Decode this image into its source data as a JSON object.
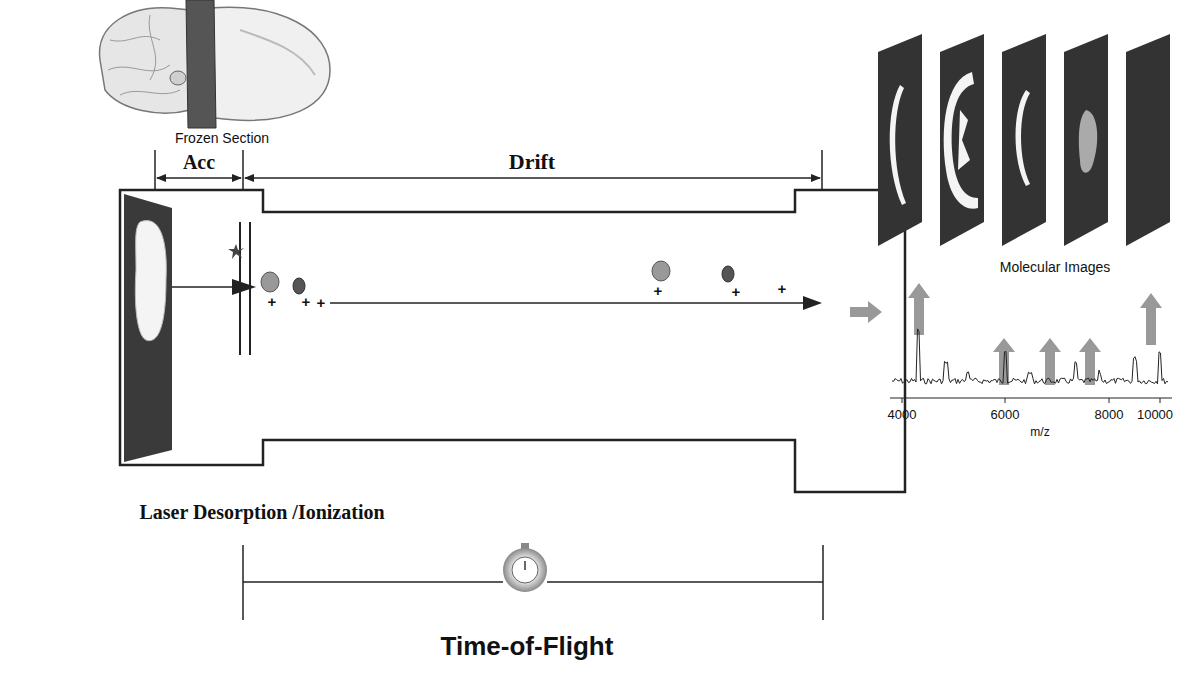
{
  "diagram": {
    "labels": [
      "Frozen Section",
      "Acc",
      "Drift",
      "Molecular Images",
      "+",
      "+",
      "+",
      "+",
      "+",
      "+",
      "4000",
      "6000",
      "8000",
      "10000",
      "m/z",
      "Laser Desorption /Ionization",
      "Time-of-Flight"
    ]
  }
}
